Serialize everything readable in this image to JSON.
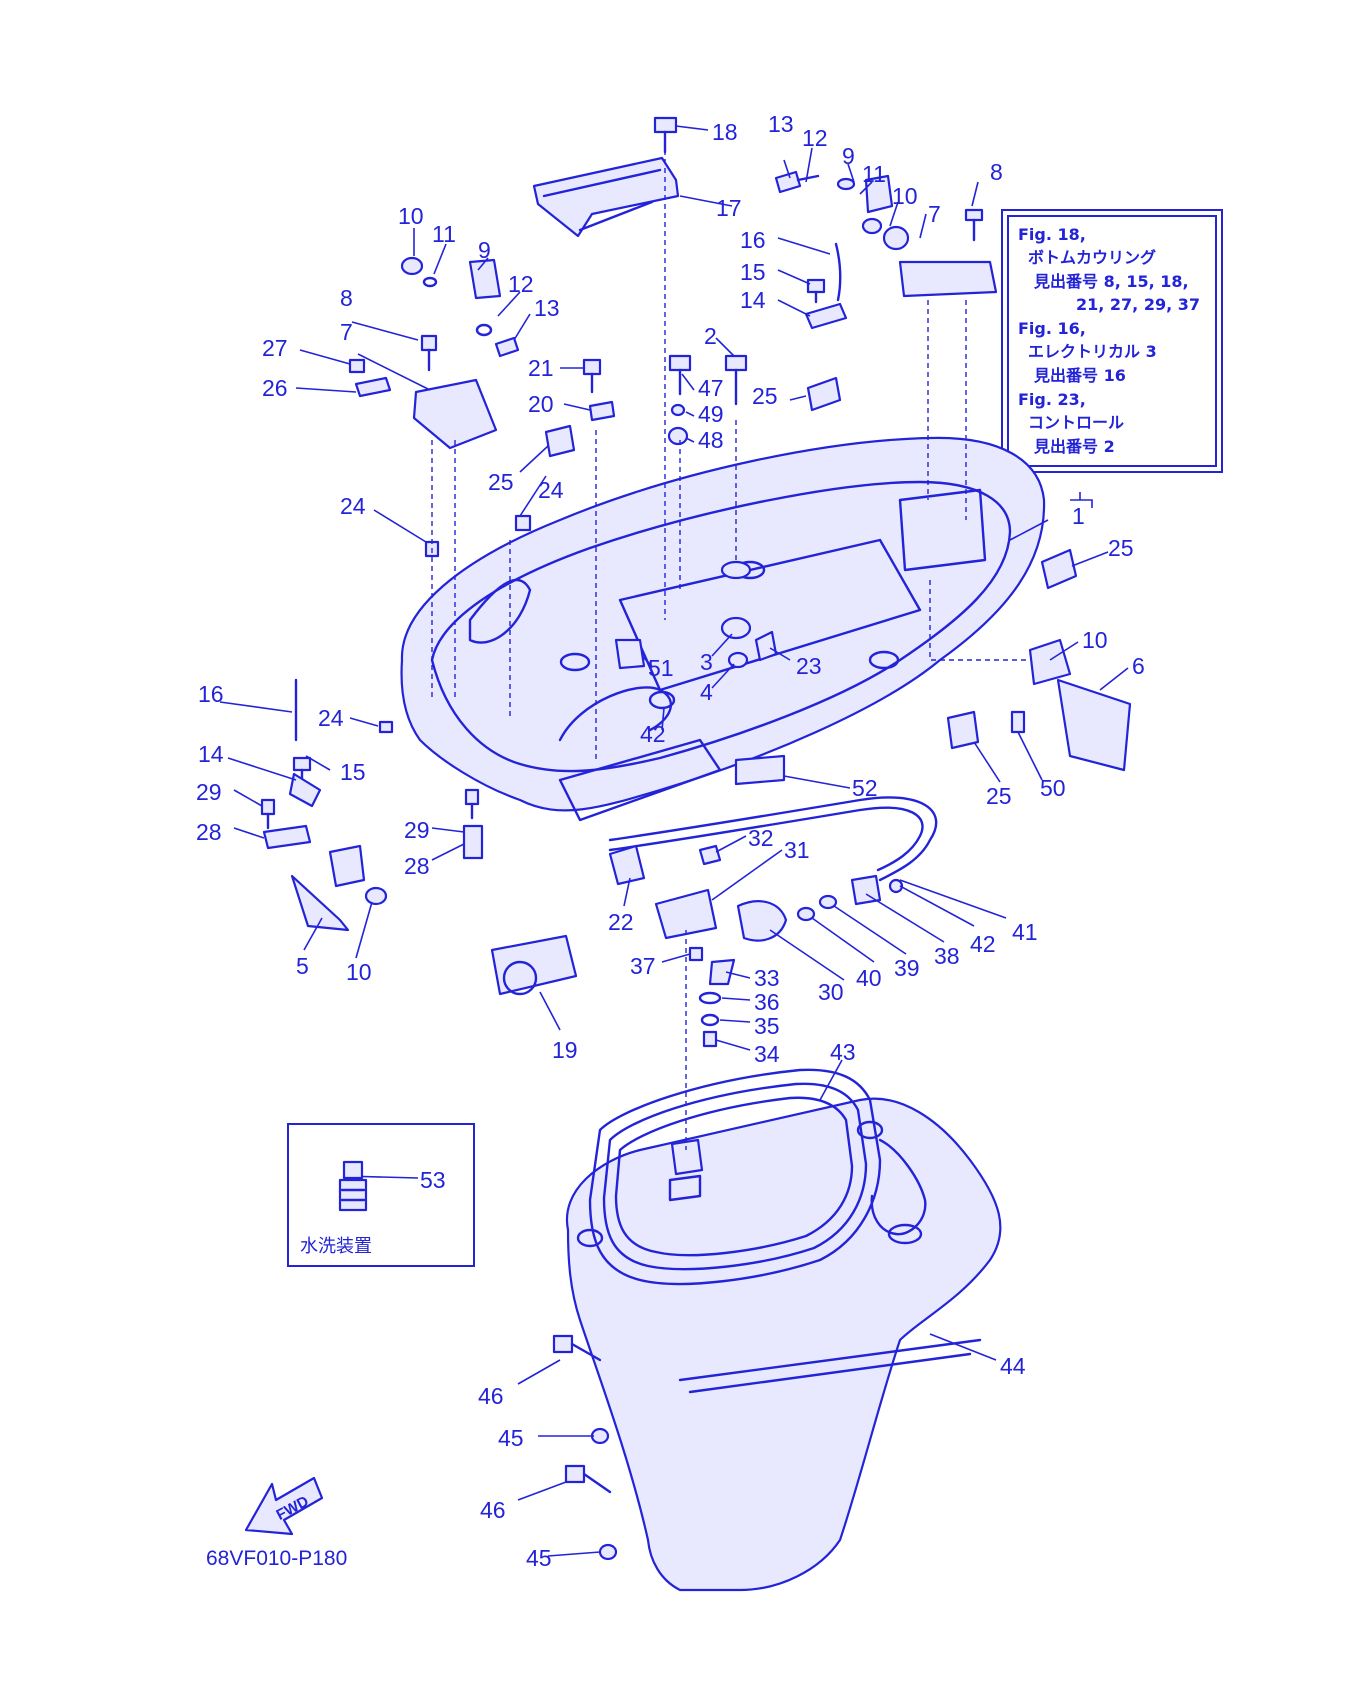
{
  "figure_code": "68VF010-P180",
  "fwd_label": "FWD",
  "washing_device_label": "水洗装置",
  "reference_note": {
    "lines": [
      "Fig. 18,",
      "ボトムカウリング",
      "見出番号 8, 15, 18,",
      "21, 27, 29, 37",
      "Fig. 16,",
      "エレクトリカル 3",
      "見出番号 16",
      "Fig. 23,",
      "コントロール",
      "見出番号 2"
    ]
  },
  "callouts": [
    "18",
    "13",
    "12",
    "9",
    "11",
    "10",
    "7",
    "8",
    "17",
    "16",
    "15",
    "14",
    "10",
    "11",
    "9",
    "12",
    "13",
    "8",
    "7",
    "27",
    "26",
    "21",
    "20",
    "2",
    "47",
    "49",
    "48",
    "25",
    "25",
    "24",
    "24",
    "1",
    "25",
    "16",
    "24",
    "14",
    "15",
    "29",
    "28",
    "3",
    "4",
    "23",
    "51",
    "42",
    "10",
    "6",
    "25",
    "50",
    "52",
    "29",
    "28",
    "32",
    "31",
    "22",
    "5",
    "10",
    "37",
    "33",
    "36",
    "35",
    "34",
    "30",
    "40",
    "39",
    "38",
    "42",
    "41",
    "19",
    "43",
    "53",
    "44",
    "46",
    "45",
    "46",
    "45"
  ],
  "colors": {
    "line": "#2323d8",
    "background": "#ffffff"
  }
}
